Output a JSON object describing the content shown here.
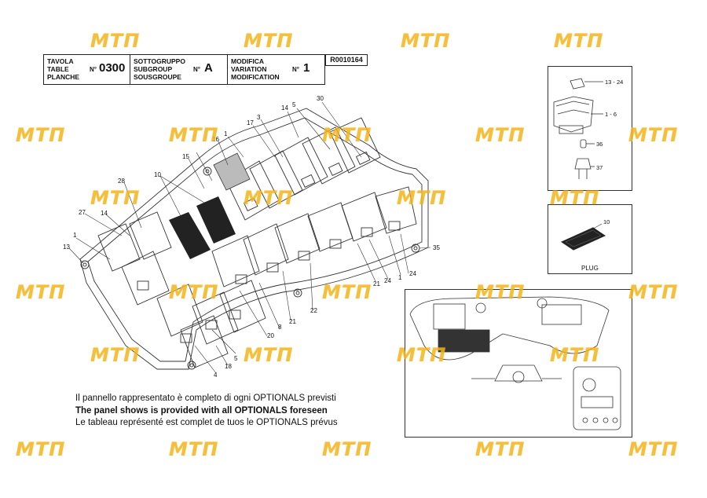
{
  "header": {
    "table_label": "TAVOLA\nTABLE\nPLANCHE",
    "table_no_sign": "N°",
    "table_value": "0300",
    "subgroup_label": "SOTTOGRUPPO\nSUBGROUP\nSOUSGROUPE",
    "subgroup_no_sign": "N°",
    "subgroup_value": "A",
    "modification_label": "MODIFICA\nVARIATION\nMODIFICATION",
    "modification_no_sign": "N°",
    "modification_value": "1",
    "reference": "R0010164"
  },
  "note": {
    "italian": "Il pannello rappresentato è completo di ogni OPTIONALS previsti",
    "english": "The panel shows is provided with all OPTIONALS foreseen",
    "french": "Le tableau représenté est complet de tuos le OPTIONALS prévus"
  },
  "callouts": {
    "main": [
      "30",
      "5",
      "14",
      "17",
      "3",
      "16",
      "1",
      "15",
      "10",
      "28",
      "27",
      "14",
      "1",
      "13",
      "35",
      "24",
      "1",
      "24",
      "21",
      "22",
      "8",
      "21",
      "20",
      "5",
      "4",
      "18"
    ],
    "detail_switch": [
      "13 - 24",
      "1 - 6",
      "36",
      "37"
    ],
    "detail_plug": [
      "10"
    ]
  },
  "plug_label": "PLUG",
  "watermark_text": "MTП",
  "colors": {
    "watermark": "#f3b41b",
    "line": "#333333"
  }
}
